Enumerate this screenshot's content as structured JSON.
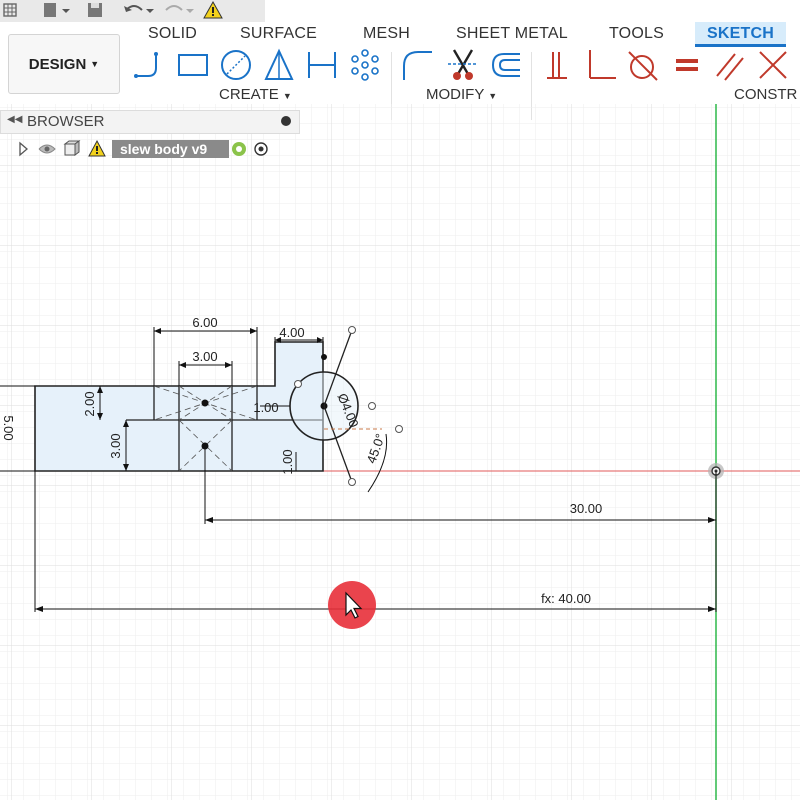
{
  "qat": {
    "items": [
      "grid-icon",
      "file-icon",
      "save-icon",
      "undo-icon",
      "redo-icon",
      "warning-icon"
    ]
  },
  "tabs": [
    "SOLID",
    "SURFACE",
    "MESH",
    "SHEET METAL",
    "TOOLS",
    "SKETCH"
  ],
  "active_tab": "SKETCH",
  "workspace_button": "DESIGN",
  "groups": {
    "create": "CREATE",
    "modify": "MODIFY",
    "constraints": "CONSTR"
  },
  "browser": {
    "title": "BROWSER",
    "node": {
      "name": "slew body v9"
    }
  },
  "dimensions": {
    "d_6": "6.00",
    "d_4": "4.00",
    "d_3_top": "3.00",
    "d_2": "2.00",
    "d_1_right": "1.00",
    "d_3_left": "3.00",
    "d_1_bottom": "1.00",
    "d_5": "5.00",
    "d_dia": "Ø4.00",
    "d_angle": "45.0°",
    "d_30": "30.00",
    "d_40": "fx: 40.00"
  },
  "colors": {
    "accent": "#1a73c8",
    "axis_green": "#2eb84a",
    "axis_red": "#e05a5a",
    "sketch_fill": "#e6f1fa",
    "grid": "#e3e3e3",
    "cursor_red": "#e8303a"
  }
}
